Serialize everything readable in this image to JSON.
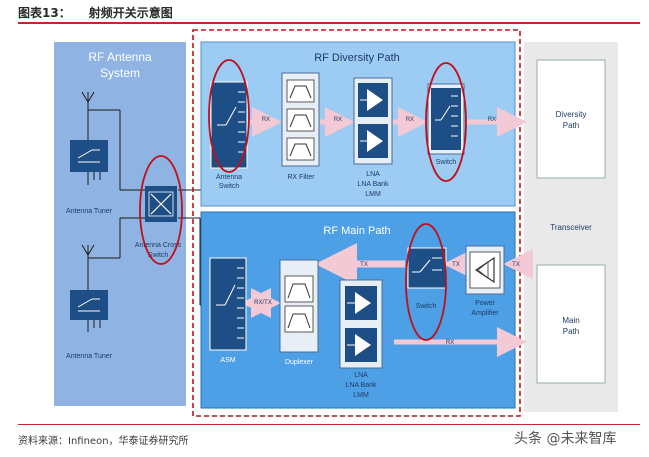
{
  "header": {
    "figure_number": "图表13：",
    "title": "射频开关示意图"
  },
  "source": "资料来源：Infineon，华泰证券研究所",
  "watermark": "头条 @未来智库",
  "antenna_system": {
    "title_line1": "RF Antenna",
    "title_line2": "System",
    "tuner_top_label": "Antenna Tuner",
    "tuner_bottom_label": "Antenna Tuner",
    "cross_switch_label_line1": "Antenna Cross",
    "cross_switch_label_line2": "Switch"
  },
  "diversity_path": {
    "title": "RF Diversity Path",
    "antenna_switch_line1": "Antenna",
    "antenna_switch_line2": "Switch",
    "rx_filter_label": "RX Filter",
    "lna_line1": "LNA",
    "lna_line2": "LNA Bank",
    "lna_line3": "LMM",
    "switch_label": "Switch",
    "rx1": "RX",
    "rx2": "RX",
    "rx3": "RX",
    "rx4": "RX"
  },
  "main_path": {
    "title": "RF Main Path",
    "asm_label": "ASM",
    "duplexer_label": "Duplexer",
    "lna_line1": "LNA",
    "lna_line2": "LNA Bank",
    "lna_line3": "LMM",
    "switch_label": "Switch",
    "pa_line1": "Power",
    "pa_line2": "Amplifier",
    "rxtx": "RX/TX",
    "tx1": "TX",
    "tx2": "TX",
    "tx3": "TX",
    "rx": "RX"
  },
  "transceiver": {
    "label": "Transceiver",
    "diversity_line1": "Diversity",
    "diversity_line2": "Path",
    "main_line1": "Main",
    "main_line2": "Path"
  },
  "colors": {
    "antenna_panel": "#8fb4e3",
    "diversity_panel": "#9ccbf3",
    "main_panel": "#4d9fe6",
    "component": "#1e4e86",
    "highlight_ellipse": "#c0101a",
    "arrow": "#f3c9d6",
    "transceiver_panel": "#e9e9e9"
  }
}
